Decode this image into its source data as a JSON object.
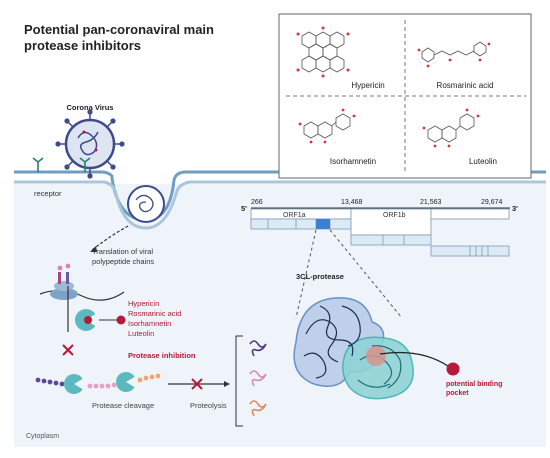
{
  "title_line1": "Potential pan-coronaviral main",
  "title_line2": "protease inhibitors",
  "virus_label": "Corona Virus",
  "receptor_label": "receptor",
  "translation_line1": "Translation of viral",
  "translation_line2": "polypeptide chains",
  "inhibitors": [
    "Hypericin",
    "Rosmarinic acid",
    "Isorhamnetin",
    "Luteolin"
  ],
  "protease_inhibition_label": "Protease inhibition",
  "protease_cleavage_label": "Protease cleavage",
  "proteolysis_label": "Proteolysis",
  "cytoplasm_label": "Cytoplasm",
  "three_cl_label": "3CL-protease",
  "binding_line1": "potential binding",
  "binding_line2": "pocket",
  "genome": {
    "five_prime": "5'",
    "three_prime": "3'",
    "pos1": "266",
    "pos2": "13,468",
    "pos3": "21,563",
    "pos4": "29,674",
    "orf1a": "ORF1a",
    "orf1b": "ORF1b"
  },
  "structures": [
    "Hypericin",
    "Rosmarinic acid",
    "Isorhamnetin",
    "Luteolin"
  ],
  "colors": {
    "cytoplasm": "#eef4fa",
    "membrane": "#6f9ec2",
    "virus": "#3e4a8c",
    "inhibition_red": "#b8193a",
    "protease_blue": "#5a86c4",
    "protease_teal": "#40b0b8",
    "genome_box": "#dceaf6"
  }
}
